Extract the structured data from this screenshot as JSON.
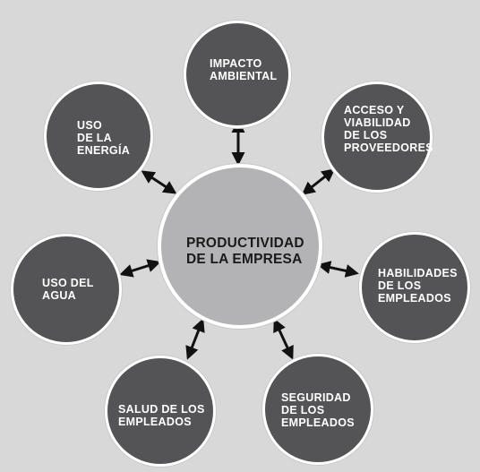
{
  "center": {
    "label": "PRODUCTIVIDAD\nDE LA EMPRESA"
  },
  "nodes": {
    "impacto": {
      "label": "IMPACTO\nAMBIENTAL"
    },
    "acceso": {
      "label": "ACCESO Y\nVIABILIDAD\nDE LOS\nPROVEEDORES"
    },
    "habilidades": {
      "label": "HABILIDADES\nDE LOS\nEMPLEADOS"
    },
    "seguridad": {
      "label": "SEGURIDAD\nDE LOS\nEMPLEADOS"
    },
    "salud": {
      "label": "SALUD DE LOS\nEMPLEADOS"
    },
    "agua": {
      "label": "USO DEL\nAGUA"
    },
    "energia": {
      "label": "USO\nDE LA\nENERGÍA"
    }
  },
  "colors": {
    "background": "#d8d8d9",
    "node_fill": "#545456",
    "center_fill": "#b3b3b5",
    "arrow": "#111111",
    "border": "#ffffff"
  }
}
